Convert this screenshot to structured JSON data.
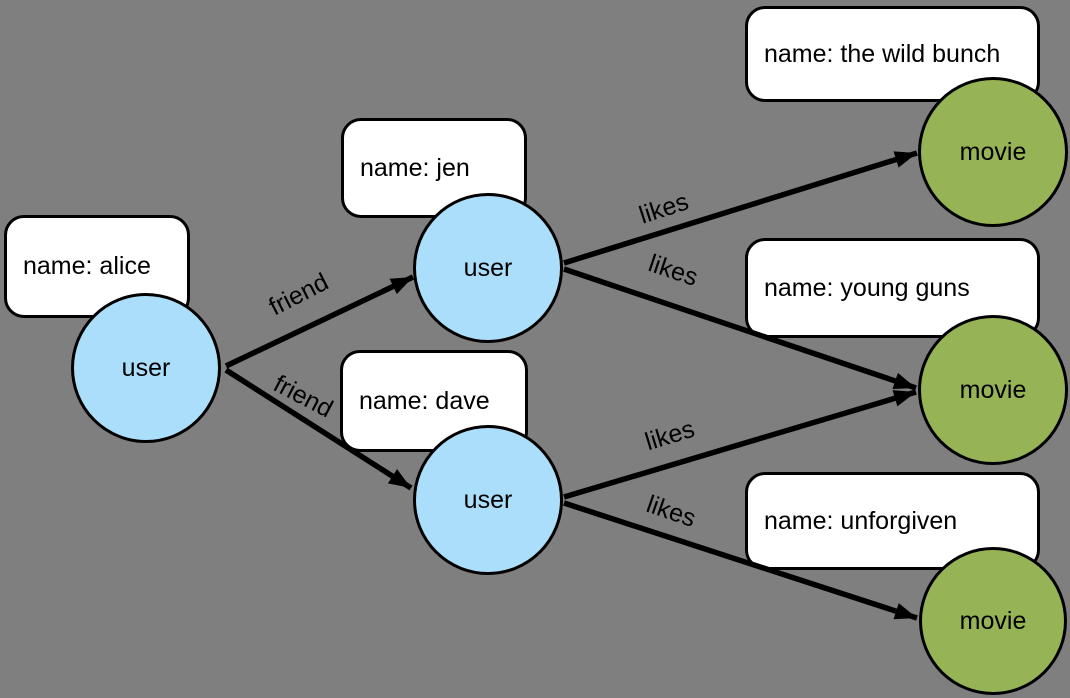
{
  "diagram": {
    "type": "property-graph",
    "background_color": "#7F7F7F",
    "node_colors": {
      "user": "#ABDEFB",
      "movie": "#96B455"
    },
    "property_box_color": "#FFFFFF",
    "edge_color": "#000000"
  },
  "nodes": {
    "alice": {
      "label": "user",
      "property": "name: alice"
    },
    "jen": {
      "label": "user",
      "property": "name: jen"
    },
    "dave": {
      "label": "user",
      "property": "name: dave"
    },
    "wild_bunch": {
      "label": "movie",
      "property": "name: the wild bunch"
    },
    "young_guns": {
      "label": "movie",
      "property": "name: young guns"
    },
    "unforgiven": {
      "label": "movie",
      "property": "name: unforgiven"
    }
  },
  "edges": {
    "alice_jen": {
      "from": "alice",
      "to": "jen",
      "label": "friend"
    },
    "alice_dave": {
      "from": "alice",
      "to": "dave",
      "label": "friend"
    },
    "jen_wild_bunch": {
      "from": "jen",
      "to": "wild_bunch",
      "label": "likes"
    },
    "jen_young_guns": {
      "from": "jen",
      "to": "young_guns",
      "label": "likes"
    },
    "dave_young_guns": {
      "from": "dave",
      "to": "young_guns",
      "label": "likes"
    },
    "dave_unforgiven": {
      "from": "dave",
      "to": "unforgiven",
      "label": "likes"
    }
  }
}
